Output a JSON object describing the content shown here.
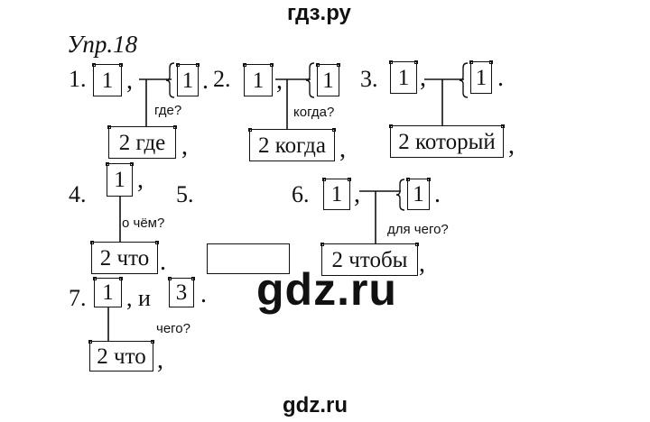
{
  "watermark_top": "гдз.ру",
  "watermark_center": "gdz.ru",
  "watermark_bottom": "gdz.ru",
  "title": "Упр.18",
  "schemes": [
    {
      "number": "1.",
      "box_a": "1",
      "comma": ",",
      "box_b": "1",
      "end": ".",
      "question": "где?",
      "sub_clause": "2 где",
      "sub_end": ","
    },
    {
      "number": "2.",
      "box_a": "1",
      "comma": ",",
      "box_b": "1",
      "end": ".",
      "question": "когда?",
      "sub_clause": "2 когда",
      "sub_end": ","
    },
    {
      "number": "3.",
      "box_a": "1",
      "comma": ",",
      "box_b": "1",
      "end": ".",
      "question": "",
      "sub_clause": "2 который",
      "sub_end": ","
    },
    {
      "number": "4.",
      "box_a": "1",
      "comma": ",",
      "question": "о чём?",
      "sub_clause": "2 что",
      "sub_end": "."
    },
    {
      "number": "5.",
      "box_empty": ""
    },
    {
      "number": "6.",
      "box_a": "1",
      "comma": ",",
      "box_b": "1",
      "end": ".",
      "question": "для чего?",
      "sub_clause": "2 чтобы",
      "sub_end": ","
    },
    {
      "number": "7.",
      "box_a": "1",
      "conj": ", и",
      "box_b": "3",
      "end": ".",
      "question": "чего?",
      "sub_clause": "2 что",
      "sub_end": ","
    }
  ]
}
